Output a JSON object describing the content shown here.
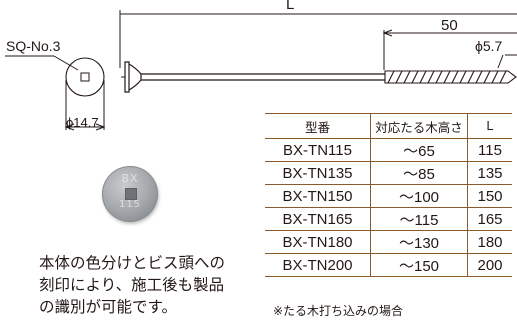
{
  "drawing": {
    "length_label": "L",
    "thread_length": "50",
    "thread_diameter": "ϕ5.7",
    "head_diameter": "ϕ14.7",
    "drive_label": "SQ-No.3"
  },
  "photo": {
    "engraving_top": "BX",
    "engraving_bottom": "115"
  },
  "table": {
    "headers": [
      "型番",
      "対応たる木高さ",
      "L"
    ],
    "rows": [
      [
        "BX-TN115",
        "〜65",
        "115"
      ],
      [
        "BX-TN135",
        "〜85",
        "135"
      ],
      [
        "BX-TN150",
        "〜100",
        "150"
      ],
      [
        "BX-TN165",
        "〜115",
        "165"
      ],
      [
        "BX-TN180",
        "〜130",
        "180"
      ],
      [
        "BX-TN200",
        "〜150",
        "200"
      ]
    ]
  },
  "note": "※たる木打ち込みの場合",
  "description": [
    "本体の色分けとビス頭への",
    "刻印により、施工後も製品",
    "の識別が可能です。"
  ]
}
